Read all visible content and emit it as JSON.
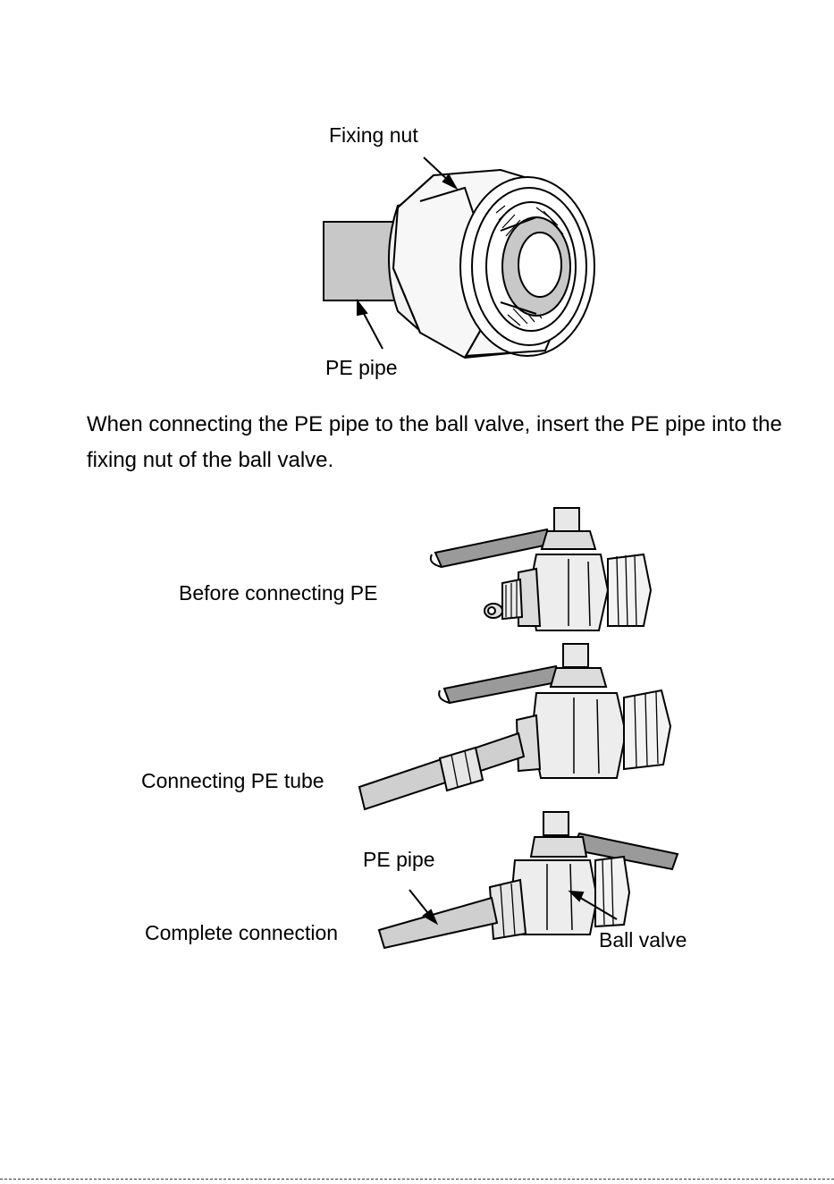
{
  "figure1": {
    "label_fixing_nut": "Fixing nut",
    "label_pe_pipe": "PE pipe"
  },
  "instruction": "When connecting the PE pipe to the ball valve, insert the PE pipe into the fixing nut of the ball valve.",
  "figure2": {
    "label_before": "Before connecting PE",
    "label_connecting": "Connecting PE tube",
    "label_complete": "Complete connection",
    "label_pe_pipe": "PE pipe",
    "label_ball_valve": "Ball valve"
  }
}
